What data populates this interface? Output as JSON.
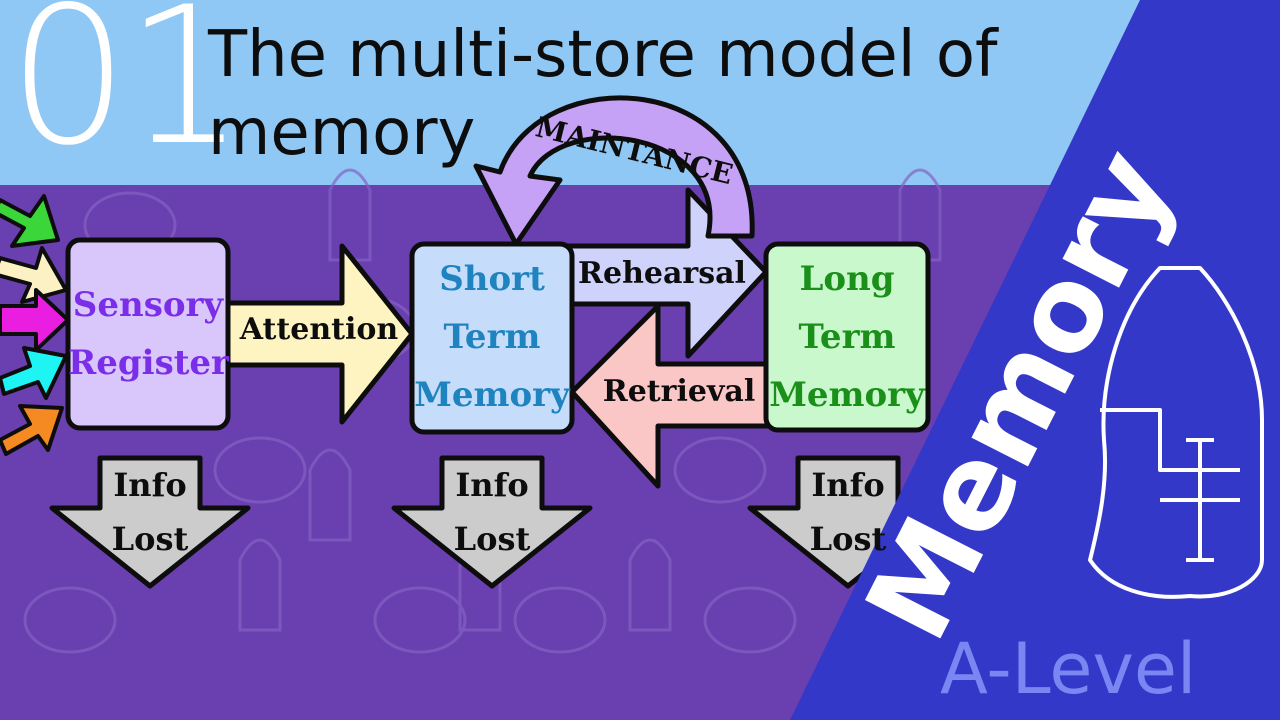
{
  "header": {
    "number": "01",
    "title": "The multi-store model of memory"
  },
  "boxes": {
    "sensory": {
      "line1": "Sensory",
      "line2": "Register"
    },
    "stm": {
      "line1": "Short",
      "line2": "Term",
      "line3": "Memory"
    },
    "ltm": {
      "line1": "Long",
      "line2": "Term",
      "line3": "Memory"
    }
  },
  "arrows": {
    "attention": "Attention",
    "rehearsal": "Rehearsal",
    "retrieval": "Retrieval",
    "maintenance": "MAINTANCE"
  },
  "info_lost": {
    "line1": "Info",
    "line2": "Lost"
  },
  "side": {
    "subject": "Memory",
    "level": "A-Level"
  },
  "colors": {
    "header_bg": "#8fc8f5",
    "panel_bg": "#6a3fb0",
    "side_bg": "#3438c8",
    "sensory_fill": "#d9c6fb",
    "sensory_text": "#7b2ee8",
    "stm_fill": "#c5dcfb",
    "stm_text": "#1e83bf",
    "ltm_fill": "#c9f8cc",
    "ltm_text": "#1a8f1a",
    "attention_fill": "#fdf4c2",
    "rehearsal_fill": "#cfd3fb",
    "retrieval_fill": "#fbc6c6",
    "maintenance_fill": "#c5a2f5",
    "lost_fill": "#cccccc"
  }
}
